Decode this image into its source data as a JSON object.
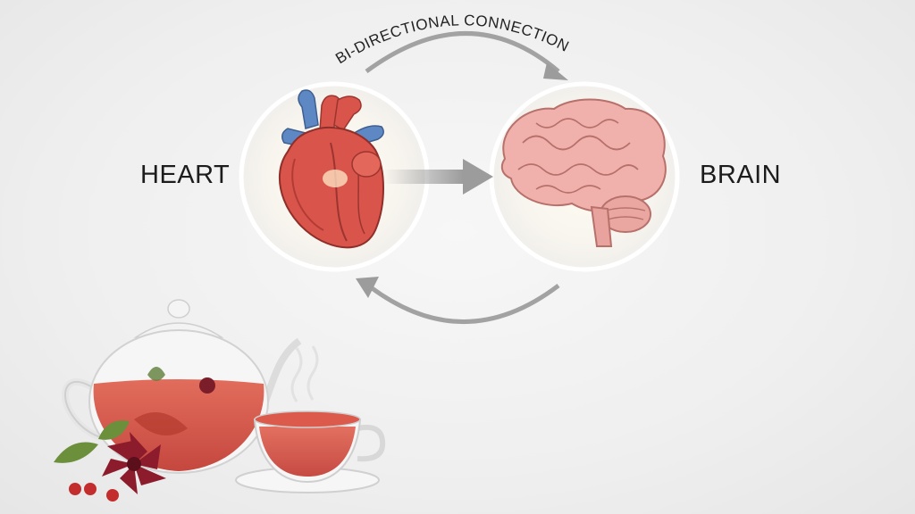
{
  "labels": {
    "heart": "HEART",
    "brain": "BRAIN",
    "connection": "BI-DIRECTIONAL CONNECTION"
  },
  "icons": {
    "heart": "anatomical-heart-icon",
    "brain": "brain-icon",
    "teapot": "glass-teapot-icon",
    "teacup": "teacup-icon"
  },
  "colors": {
    "heart_red": "#d9544a",
    "heart_blue": "#5d88c4",
    "brain_pink": "#f0b1ad",
    "tea": "#d4453a",
    "arrow_gray": "#9a9a9a",
    "text": "#1c1c1c"
  }
}
